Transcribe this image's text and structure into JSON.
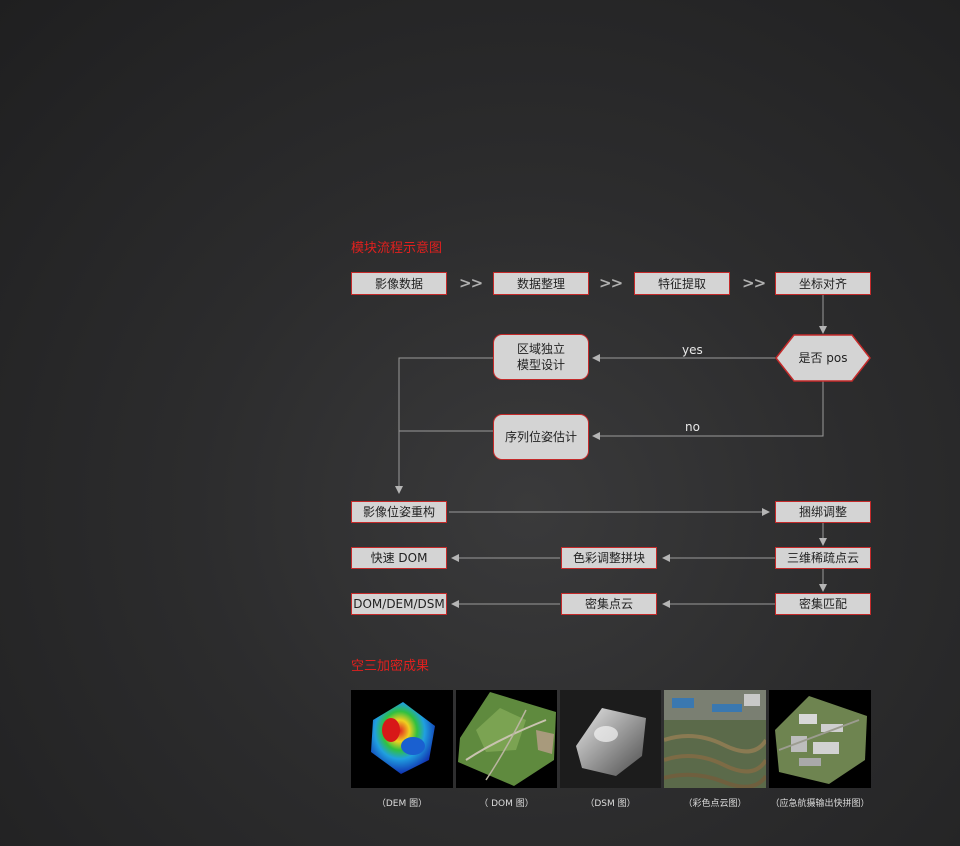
{
  "section1_title": "模块流程示意图",
  "section2_title": "空三加密成果",
  "arrow_glyph": ">>",
  "nodes": {
    "image_data": "影像数据",
    "data_organize": "数据整理",
    "feature_extract": "特征提取",
    "coord_align": "坐标对齐",
    "has_pos": "是否 pos",
    "regional_model_line1": "区域独立",
    "regional_model_line2": "模型设计",
    "pose_estimate": "序列位姿估计",
    "pose_reconstruct": "影像位姿重构",
    "bundle_adjust": "捆绑调整",
    "sparse_cloud": "三维稀疏点云",
    "color_mosaic": "色彩调整拼块",
    "quick_dom": "快速 DOM",
    "dense_match": "密集匹配",
    "dense_cloud": "密集点云",
    "dom_dem_dsm": "DOM/DEM/DSM"
  },
  "edge_labels": {
    "yes": "yes",
    "no": "no"
  },
  "results": [
    {
      "caption": "（DEM 图）",
      "kind": "dem"
    },
    {
      "caption": "（ DOM 图）",
      "kind": "dom"
    },
    {
      "caption": "（DSM 图）",
      "kind": "dsm"
    },
    {
      "caption": "（彩色点云图）",
      "kind": "pointcloud"
    },
    {
      "caption": "（应急航摄输出快拼图）",
      "kind": "mosaic"
    }
  ],
  "colors": {
    "accent": "#e0201e",
    "node_fill": "#d4d4d4",
    "node_border": "#c42a2a",
    "line": "#9a9a9a"
  }
}
